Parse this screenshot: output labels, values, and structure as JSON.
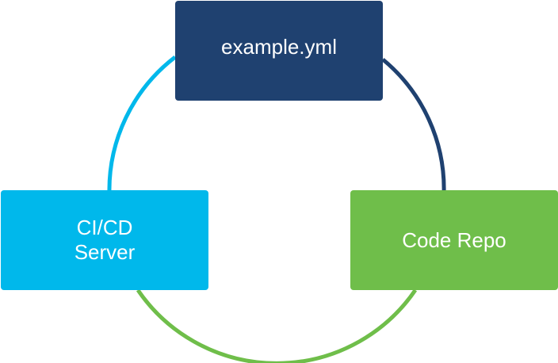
{
  "diagram": {
    "nodes": [
      {
        "id": "top",
        "label": "example.yml",
        "color": "#1f4170"
      },
      {
        "id": "left",
        "label": "CI/CD\nServer",
        "color": "#00b8eb"
      },
      {
        "id": "right",
        "label": "Code Repo",
        "color": "#6fbe4a"
      }
    ],
    "arcs": [
      {
        "from": "top",
        "to": "right",
        "color": "#1f4170"
      },
      {
        "from": "right",
        "to": "left",
        "color": "#6fbe4a"
      },
      {
        "from": "left",
        "to": "top",
        "color": "#00b8eb"
      }
    ]
  }
}
